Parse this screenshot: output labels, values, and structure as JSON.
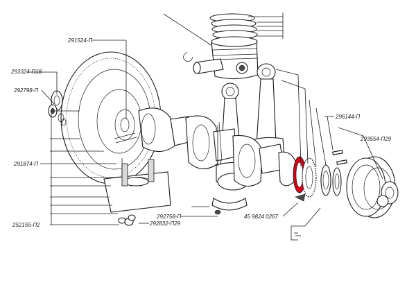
{
  "labels": {
    "l291524": "291524-П",
    "l293324": "293324-П18",
    "l292798": "292798-П",
    "l291874": "291874-П",
    "l252155": "252155-П2",
    "l292832": "292832-П29",
    "l292758": "292758-П",
    "l459824": "45 9824 0267",
    "l296144": "296144-П",
    "l293554": "293554-П29"
  },
  "colors": {
    "line": "#1a1a1a",
    "highlight": "#d4001a",
    "fill": "#ffffff"
  }
}
